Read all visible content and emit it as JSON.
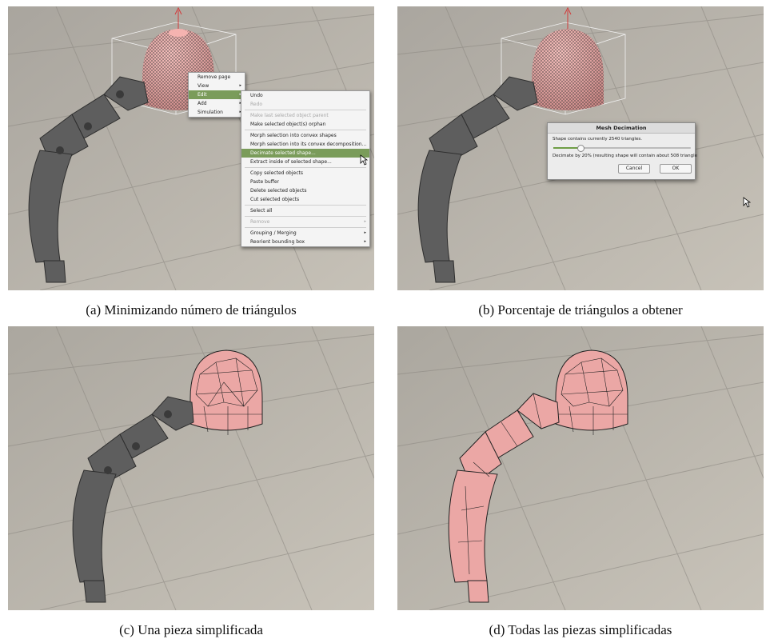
{
  "panels": [
    {
      "caption": "(a) Minimizando número de triángulos"
    },
    {
      "caption": "(b) Porcentaje de triángulos a obtener"
    },
    {
      "caption": "(c) Una pieza simplificada"
    },
    {
      "caption": "(d) Todas las piezas simplificadas"
    }
  ],
  "context_menu": {
    "items": [
      {
        "label": "Remove page"
      },
      {
        "label": "View",
        "submenu": true
      },
      {
        "label": "Edit",
        "submenu": true,
        "highlighted": true
      },
      {
        "label": "Add",
        "submenu": true
      },
      {
        "label": "Simulation",
        "submenu": true
      }
    ]
  },
  "edit_menu": {
    "items": [
      {
        "label": "Undo"
      },
      {
        "label": "Redo",
        "disabled": true
      },
      {
        "separator": true
      },
      {
        "label": "Make last selected object parent",
        "disabled": true
      },
      {
        "label": "Make selected object(s) orphan"
      },
      {
        "separator": true
      },
      {
        "label": "Morph selection into convex shapes"
      },
      {
        "label": "Morph selection into its convex decomposition..."
      },
      {
        "label": "Decimate selected shape...",
        "highlighted": true
      },
      {
        "label": "Extract inside of selected shape..."
      },
      {
        "separator": true
      },
      {
        "label": "Copy selected objects"
      },
      {
        "label": "Paste buffer"
      },
      {
        "label": "Delete selected objects"
      },
      {
        "label": "Cut selected objects"
      },
      {
        "separator": true
      },
      {
        "label": "Select all"
      },
      {
        "separator": true
      },
      {
        "label": "Remove",
        "submenu": true,
        "disabled": true
      },
      {
        "separator": true
      },
      {
        "label": "Grouping / Merging",
        "submenu": true
      },
      {
        "label": "Reorient bounding box",
        "submenu": true
      }
    ]
  },
  "dialog": {
    "title": "Mesh Decimation",
    "info": "Shape contains currently 2540 triangles.",
    "slider_percent": 20,
    "result": "Decimate by 20% (resulting shape will contain about 508 triangle",
    "cancel_label": "Cancel",
    "ok_label": "OK"
  },
  "colors": {
    "floor": "#b9b5ad",
    "arm": "#5e5e5e",
    "mesh": "#eba7a5",
    "menu_highlight": "#7a9c5a"
  }
}
